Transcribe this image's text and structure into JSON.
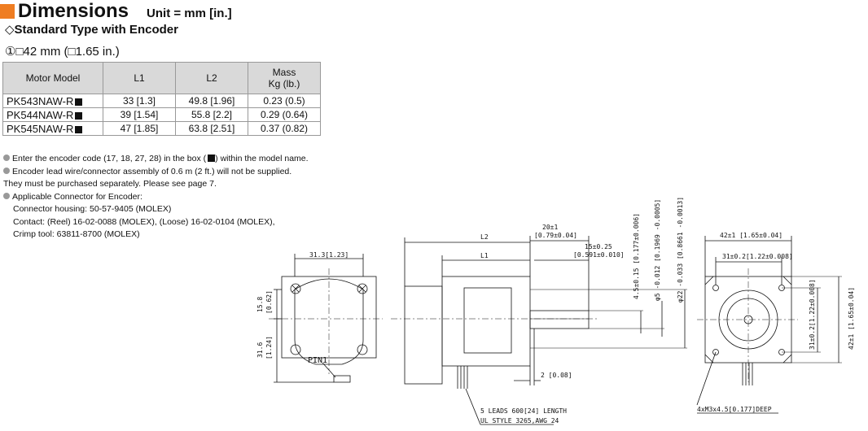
{
  "header": {
    "title": "Dimensions",
    "unit": "Unit = mm [in.]",
    "subtitle": "◇Standard Type with Encoder",
    "size_label": "①□42 mm (□1.65 in.)"
  },
  "table": {
    "headers": [
      "Motor Model",
      "L1",
      "L2",
      "Mass",
      "Kg (lb.)"
    ],
    "rows": [
      {
        "model": "PK543NAW-R",
        "l1": "33 [1.3]",
        "l2": "49.8 [1.96]",
        "mass": "0.23 (0.5)"
      },
      {
        "model": "PK544NAW-R",
        "l1": "39 [1.54]",
        "l2": "55.8 [2.2]",
        "mass": "0.29 (0.64)"
      },
      {
        "model": "PK545NAW-R",
        "l1": "47 [1.85]",
        "l2": "63.8 [2.51]",
        "mass": "0.37 (0.82)"
      }
    ]
  },
  "notes": {
    "n1a": "Enter the encoder code (17, 18, 27, 28) in the box (",
    "n1b": ") within the model name.",
    "n2": "Encoder lead wire/connector assembly of 0.6 m (2 ft.) will not be supplied.",
    "n3": "They must be purchased separately. Please see page 7.",
    "n4": "Applicable Connector for Encoder:",
    "n5": "Connector housing: 50-57-9405 (MOLEX)",
    "n6": "Contact: (Reel) 16-02-0088 (MOLEX), (Loose) 16-02-0104 (MOLEX),",
    "n7": "Crimp tool: 63811-8700 (MOLEX)"
  },
  "drawing": {
    "d_313": "31.3[1.23]",
    "d_158": "15.8",
    "d_158in": "[0.62]",
    "d_316": "31.6",
    "d_316in": "[1.24]",
    "pin1": "PIN1",
    "l2": "L2",
    "l1": "L1",
    "d_20": "20±1",
    "d_20in": "[0.79±0.04]",
    "d_15": "15±0.25",
    "d_15in": "[0.591±0.010]",
    "d_45": "4.5±0.15 [0.177±0.006]",
    "d_phi5": "φ5 -0.012 [0.1969 -0.0005]",
    "d_phi22": "φ22 -0.033 [0.8661 -0.0013]",
    "d_2": "2 [0.08]",
    "leads1": "5 LEADS 600[24] LENGTH",
    "leads2": "UL STYLE 3265,AWG 24",
    "d_42": "42±1 [1.65±0.04]",
    "d_31": "31±0.2[1.22±0.008]",
    "d_31v": "31±0.2[1.22±0.008]",
    "d_42v": "42±1 [1.65±0.04]",
    "deep": "4xM3x4.5[0.177]DEEP"
  }
}
